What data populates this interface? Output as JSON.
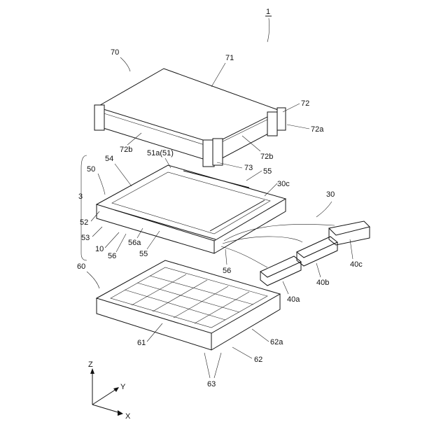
{
  "figure": {
    "ref_main": "1",
    "cover": {
      "unit": "70",
      "top": "71",
      "side": "72",
      "side_a": "72a",
      "side_b_left": "72b",
      "side_b_right": "72b",
      "lug": "73"
    },
    "assembly": {
      "group": "3",
      "frame": "50",
      "frame_side": "52",
      "frame_corner": "53",
      "base": "10",
      "rail": "51a(51)",
      "clip": "54",
      "rail_right": "55",
      "rail_bottom": "55",
      "strip": "56",
      "strip_a": "56a",
      "strip_front": "56"
    },
    "harness": {
      "unit": "30",
      "end": "30c",
      "connector_a": "40a",
      "connector_b": "40b",
      "connector_c": "40c"
    },
    "tray": {
      "unit": "60",
      "grid": "61",
      "wall": "62",
      "wall_a": "62a",
      "lug": "63"
    },
    "axes": {
      "z": "Z",
      "y": "Y",
      "x": "X"
    }
  }
}
